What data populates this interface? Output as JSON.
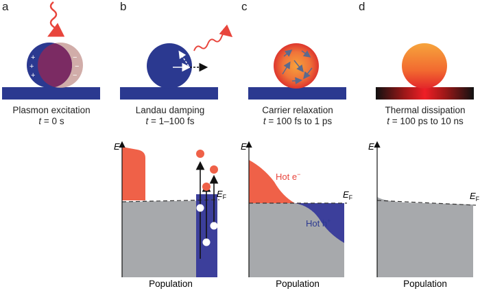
{
  "panels": [
    {
      "letter": "a",
      "title": "Plasmon excitation",
      "time_var": "t",
      "time_value": " = 0 s"
    },
    {
      "letter": "b",
      "title": "Landau damping",
      "time_var": "t",
      "time_value": " = 1–100 fs"
    },
    {
      "letter": "c",
      "title": "Carrier relaxation",
      "time_var": "t",
      "time_value": " = 100 fs to 1 ps"
    },
    {
      "letter": "d",
      "title": "Thermal dissipation",
      "time_var": "t",
      "time_value": " = 100 ps to 10 ns"
    }
  ],
  "graphs": {
    "y_axis_label": "E",
    "x_axis_label": "Population",
    "fermi_label": "E",
    "fermi_subscript": "F",
    "hot_electron_label": "Hot e",
    "hot_electron_sup": "−",
    "hot_hole_label": "Hot h",
    "hot_hole_sup": "+"
  },
  "charge_signs": {
    "plus": "+",
    "minus": "−"
  },
  "colors": {
    "substrate": "#2b3990",
    "particle_blue": "#2b3990",
    "arrow_red": "#e8453c",
    "hot_electron_fill": "#ef6148",
    "hot_hole_fill": "#3c3f9b",
    "population_fill": "#a7a9ac",
    "fermi_line": "#333333",
    "hot_label_red": "#e8453c"
  }
}
